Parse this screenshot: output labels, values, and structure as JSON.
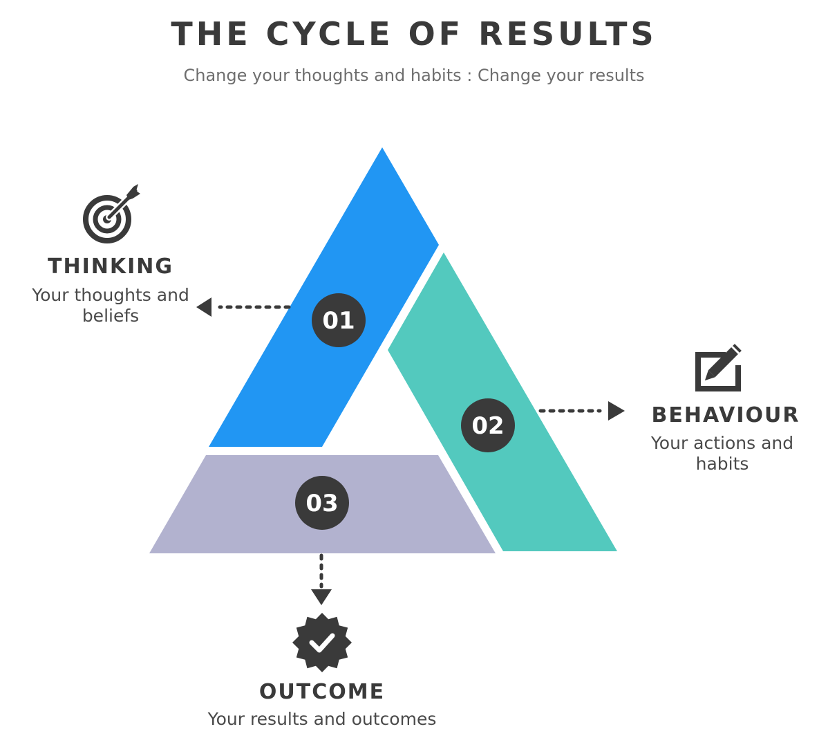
{
  "header": {
    "title": "THE CYCLE OF RESULTS",
    "subtitle": "Change your thoughts and habits : Change your results"
  },
  "colors": {
    "thinking": "#2196F3",
    "behaviour": "#53C9BE",
    "outcome": "#B2B2CF",
    "dark": "#3A3A3A"
  },
  "steps": [
    {
      "number": "01",
      "heading": "THINKING",
      "description_lines": [
        "Your thoughts and",
        "beliefs"
      ],
      "icon": "target-icon"
    },
    {
      "number": "02",
      "heading": "BEHAVIOUR",
      "description_lines": [
        "Your actions and",
        "habits"
      ],
      "icon": "edit-icon"
    },
    {
      "number": "03",
      "heading": "OUTCOME",
      "description_lines": [
        "Your results and outcomes"
      ],
      "icon": "check-badge-icon"
    }
  ]
}
